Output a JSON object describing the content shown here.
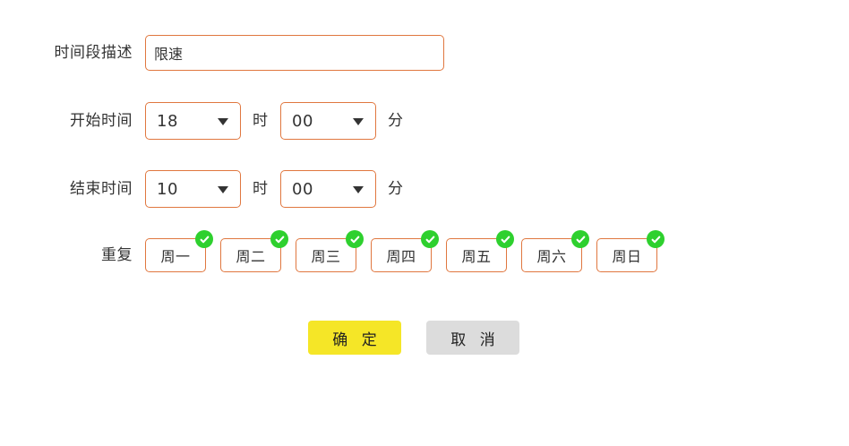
{
  "form": {
    "description_row": {
      "label": "时间段描述",
      "value": "限速",
      "placeholder": ""
    },
    "start_time_row": {
      "label": "开始时间",
      "hour": "18",
      "hour_unit": "时",
      "minute": "00",
      "minute_unit": "分"
    },
    "end_time_row": {
      "label": "结束时间",
      "hour": "10",
      "hour_unit": "时",
      "minute": "00",
      "minute_unit": "分"
    },
    "repeat_row": {
      "label": "重复",
      "days": [
        {
          "label": "周一",
          "checked": true
        },
        {
          "label": "周二",
          "checked": true
        },
        {
          "label": "周三",
          "checked": true
        },
        {
          "label": "周四",
          "checked": true
        },
        {
          "label": "周五",
          "checked": true
        },
        {
          "label": "周六",
          "checked": true
        },
        {
          "label": "周日",
          "checked": true
        }
      ],
      "check_icon": "check-circle-icon"
    },
    "actions": {
      "confirm_label": "确 定",
      "cancel_label": "取 消"
    },
    "icons": {
      "dropdown": "chevron-down-icon"
    },
    "colors": {
      "border": "#e0773f",
      "check_green": "#2ed02e",
      "confirm_yellow": "#f5e627",
      "cancel_gray": "#dcdcdc",
      "background": "#ffffff"
    }
  }
}
